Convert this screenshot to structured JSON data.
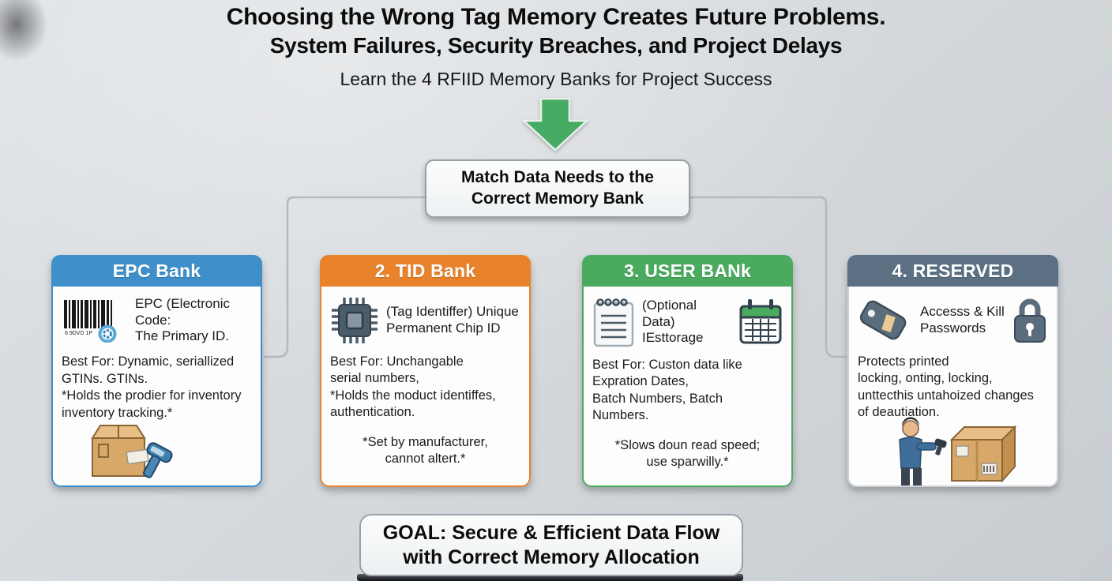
{
  "colors": {
    "background": "#d6dadd",
    "arrow_green": "#48ab63",
    "connector_gray": "#b3b9bf",
    "goal_border_gray": "#9aa2a8"
  },
  "header": {
    "title_line1": "Choosing the Wrong Tag Memory Creates Future Problems.",
    "title_line2": "System Failures, Security Breaches, and Project Delays",
    "subtitle": "Learn the 4 RFIID Memory Banks for Project Success"
  },
  "match_box": {
    "text": "Match Data Needs to the\nCorrect Memory Bank"
  },
  "cards": [
    {
      "title": "EPC Bank",
      "header_color": "#3e8fca",
      "border_color": "#3e8fca",
      "icon_left": "barcode-search-icon",
      "caption": "EPC (Electronic Code:\nThe Primary ID.",
      "body": "Best For: Dynamic, seriallized\nGTINs. GTINs.\n*Holds the prodier for inventory\ninventory tracking.*",
      "illustration": "box-scanner-illustration"
    },
    {
      "title": "2. TID Bank",
      "header_color": "#e8822b",
      "border_color": "#e8822b",
      "icon_left": "microchip-icon",
      "caption": "(Tag Identiffer) Unique\nPermanent Chip ID",
      "body": "Best For: Unchangable\nserial numbers,\n*Holds the moduct identiffes,\nauthentication.",
      "note": "*Set by manufacturer,\ncannot altert.*"
    },
    {
      "title": "3. USER BANk",
      "header_color": "#4aab5e",
      "border_color": "#4aab5e",
      "icon_left": "notepad-icon",
      "icon_right": "calendar-icon",
      "caption": "(Optional Data)\nIEsttorage",
      "body": "Best For: Custon data like\nExpration Dates,\nBatch Numbers, Batch\nNumbers.",
      "note": "*Slows doun read speed;\nuse sparwilly.*"
    },
    {
      "title": "4. RESERVED",
      "header_color": "#5b7083",
      "border_color": "#cdd2d6",
      "icon_left": "price-tag-icon",
      "icon_right": "padlock-icon",
      "caption": "Accesss & Kill\nPasswords",
      "body": "Protects printed\nlocking, onting, locking,\nunttecthis untahoized changes\nof deautiation.",
      "illustration": "person-scanning-box-illustration"
    }
  ],
  "goal_box": {
    "text": "GOAL: Secure & Efficient Data Flow\nwith Correct Memory Allocation"
  }
}
